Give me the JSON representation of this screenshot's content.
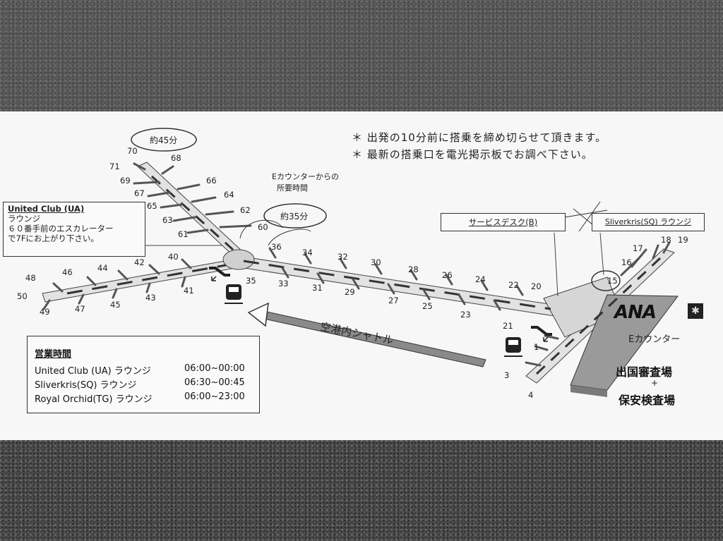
{
  "notices": {
    "line1": "＊ 出発の10分前に搭乗を締め切らせて頂きます。",
    "line2": "＊ 最新の搭乗口を電光掲示板でお調べ下さい。"
  },
  "travel_time": {
    "caption": "Eカウンターからの",
    "caption2": "所要時間",
    "far": "約45分",
    "mid": "約35分"
  },
  "ua_box": {
    "title": "United Club (UA)",
    "line1": "ラウンジ",
    "line2": "６０番手前のエスカレーター",
    "line3": "で7Fにお上がり下さい。"
  },
  "service_desk": "サービスデスク(B)",
  "sq_lounge": "Sliverkris(SQ) ラウンジ",
  "shuttle": "空港内シャトル",
  "e_counter": "Eカウンター",
  "immigration": "出国審査場",
  "plus": "+",
  "security": "保安検査場",
  "ana_logo": "ANA",
  "hours": {
    "title": "営業時間",
    "rows": [
      {
        "name": "United Club (UA) ラウンジ",
        "time": "06:00~00:00"
      },
      {
        "name": "Sliverkris(SQ) ラウンジ",
        "time": "06:30~00:45"
      },
      {
        "name": "Royal Orchid(TG) ラウンジ",
        "time": "06:00~23:00"
      }
    ]
  },
  "gates": [
    "1",
    "3",
    "4",
    "15",
    "16",
    "17",
    "18",
    "19",
    "20",
    "21",
    "22",
    "23",
    "24",
    "25",
    "26",
    "27",
    "28",
    "29",
    "30",
    "31",
    "32",
    "33",
    "34",
    "35",
    "36",
    "40",
    "41",
    "42",
    "43",
    "44",
    "45",
    "46",
    "47",
    "48",
    "49",
    "50",
    "60",
    "61",
    "62",
    "63",
    "64",
    "65",
    "66",
    "67",
    "68",
    "69",
    "70",
    "71"
  ]
}
